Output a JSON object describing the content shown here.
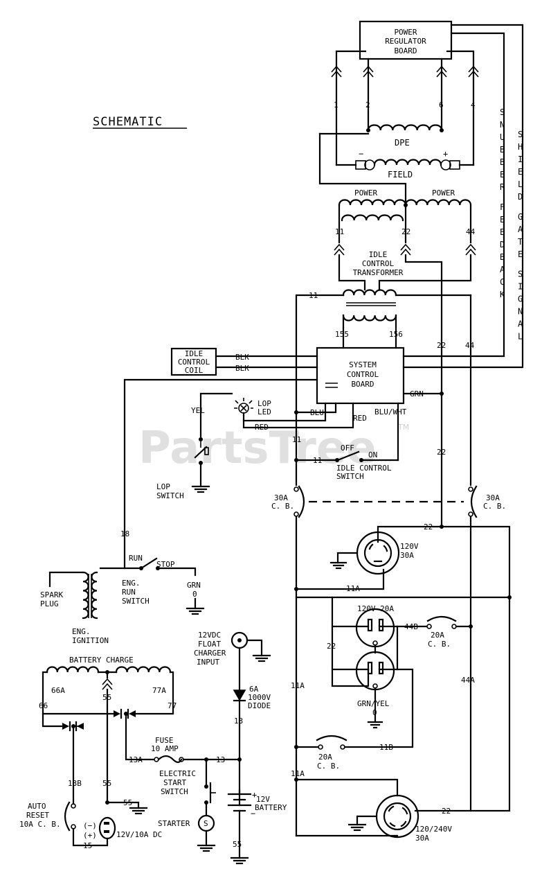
{
  "title": "SCHEMATIC",
  "watermark": "PartsTree",
  "watermark_tm": "TM",
  "boards": {
    "power_regulator": [
      "POWER",
      "REGULATOR",
      "BOARD"
    ],
    "system_control": [
      "SYSTEM",
      "CONTROL",
      "BOARD"
    ],
    "idle_control_coil": [
      "IDLE",
      "CONTROL",
      "COIL"
    ]
  },
  "vertical_labels": {
    "snubber_feedback": "SNUBBER FEEDBACK",
    "shield_gate_signal": "SHIELD GATE SIGNAL"
  },
  "regulator_pins": [
    "1",
    "2",
    "6",
    "4"
  ],
  "coils": {
    "dpe": "DPE",
    "field": "FIELD",
    "field_minus": "−",
    "field_plus": "+",
    "power_left": "POWER",
    "power_right": "POWER",
    "transformer": [
      "IDLE",
      "CONTROL",
      "TRANSFORMER"
    ],
    "battery_charge": "BATTERY CHARGE"
  },
  "wires": {
    "w11": "11",
    "w22": "22",
    "w44": "44",
    "w155": "155",
    "w156": "156",
    "blk1": "BLK",
    "blk2": "BLK",
    "grn": "GRN",
    "blu": "BLU",
    "red1": "RED",
    "red2": "RED",
    "blu_wht": "BLU/WHT",
    "yel": "YEL",
    "w11_side": "11",
    "w11_switch": "11",
    "w22_mid": "22",
    "w18": "18",
    "w22_rec": "22",
    "w11a": "11A",
    "w11a_mid": "11A",
    "w11a_low": "11A",
    "w44a": "44A",
    "w44b": "44B",
    "w22_duplex": "22",
    "w11b": "11B",
    "w22_low": "22",
    "w66a": "66A",
    "w77a": "77A",
    "w66": "66",
    "w77": "77",
    "w55_top": "55",
    "w13": "13",
    "w13a": "13A",
    "w13_mid": "13",
    "w13b": "13B",
    "w55_mid": "55",
    "w55_gnd": "55",
    "w15": "15",
    "w55_bat": "55"
  },
  "components": {
    "lop_led": [
      "LOP",
      "LED"
    ],
    "lop_switch": [
      "LOP",
      "SWITCH"
    ],
    "idle_switch_off": "OFF",
    "idle_switch_on": "ON",
    "idle_switch": [
      "IDLE CONTROL",
      "SWITCH"
    ],
    "cb_30a_left": [
      "30A",
      "C. B."
    ],
    "cb_30a_right": [
      "30A",
      "C. B."
    ],
    "rec_120v_30a": [
      "120V",
      "30A"
    ],
    "eng_run_switch": [
      "ENG.",
      "RUN",
      "SWITCH"
    ],
    "run": "RUN",
    "stop": "STOP",
    "grn_0": [
      "GRN",
      "0"
    ],
    "spark_plug": [
      "SPARK",
      "PLUG"
    ],
    "eng_ignition": [
      "ENG.",
      "IGNITION"
    ],
    "float_charger": [
      "12VDC",
      "FLOAT",
      "CHARGER",
      "INPUT"
    ],
    "diode": [
      "6A",
      "1000V",
      "DIODE"
    ],
    "duplex_label": "120V 20A",
    "cb_20a_duplex": [
      "20A",
      "C. B."
    ],
    "grn_yel": [
      "GRN/YEL",
      "0"
    ],
    "cb_20a_low": [
      "20A",
      "C. B."
    ],
    "fuse": [
      "FUSE",
      "10 AMP"
    ],
    "electric_start": [
      "ELECTRIC",
      "START",
      "SWITCH"
    ],
    "starter": "STARTER",
    "starter_s": "S",
    "battery": [
      "12V",
      "BATTERY"
    ],
    "battery_plus": "+",
    "battery_minus": "−",
    "auto_reset": [
      "AUTO",
      "RESET",
      "10A C. B."
    ],
    "dc_out": "12V/10A DC",
    "dc_neg": "(−)",
    "dc_pos": "(+)",
    "rec_120_240": [
      "120/240V",
      "30A"
    ]
  },
  "colors": {
    "ink": "#000000",
    "watermark": "#cfcfcf"
  }
}
